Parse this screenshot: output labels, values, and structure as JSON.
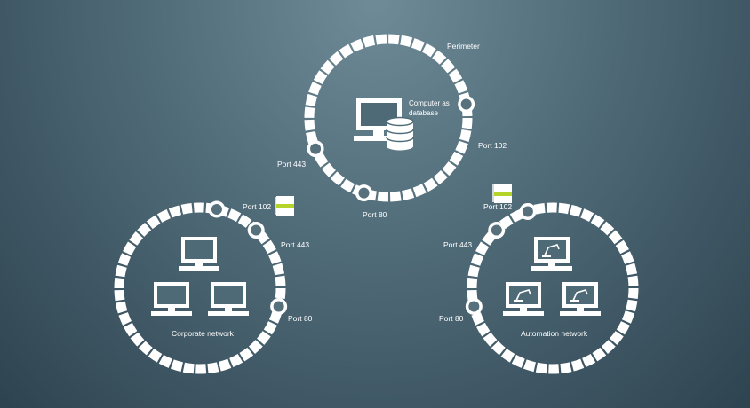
{
  "perimeter": {
    "label": "Perimeter",
    "device_label_line1": "Computer as",
    "device_label_line2": "database",
    "port_102": "Port 102",
    "port_443": "Port 443",
    "port_80": "Port 80"
  },
  "corporate": {
    "label": "Corporate network",
    "port_102": "Port 102",
    "port_443": "Port 443",
    "port_80": "Port 80"
  },
  "automation": {
    "label": "Automation network",
    "port_102": "Port 102",
    "port_443": "Port 443",
    "port_80": "Port 80"
  },
  "colors": {
    "ring": "#ffffff",
    "card_accent": "#b5d42a"
  },
  "icons": [
    "monitor-icon",
    "database-icon",
    "robot-arm-icon",
    "security-card-icon"
  ]
}
